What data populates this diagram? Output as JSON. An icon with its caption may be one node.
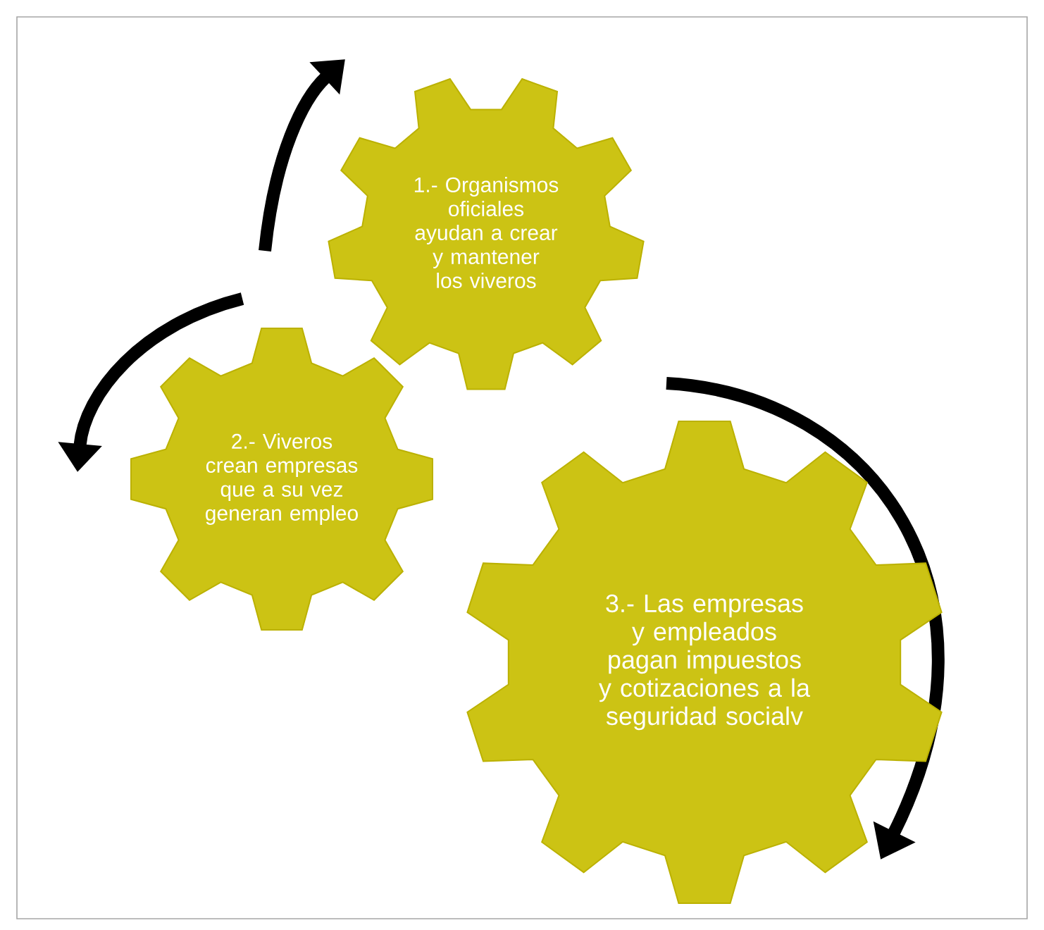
{
  "diagram": {
    "nodes": [
      {
        "text": [
          "1.- Organismos oficiales ayudan a crear y mantener los viveros"
        ]
      },
      {
        "text": [
          "2.- Viveros crean empresas que a su vez generan empleo"
        ]
      },
      {
        "text": [
          "3.- Las empresas y empleados pagan impuestos y cotizaciones a la seguridad socialv"
        ]
      }
    ]
  }
}
